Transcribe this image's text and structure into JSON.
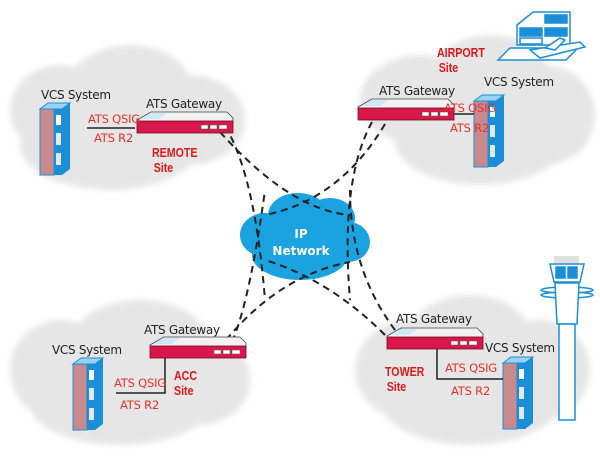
{
  "colors": {
    "cloud_gray": "#e6e6e6",
    "ip_cloud": "#1aa3e0",
    "gateway_red": "#d8184a",
    "link_red": "#e8302b",
    "icon_blue": "#1a8fd8",
    "server_pink": "#c98a8e"
  },
  "network": {
    "line1": "IP",
    "line2": "Network"
  },
  "sites": {
    "remote": {
      "vcs_label": "VCS System",
      "gateway_label": "ATS Gateway",
      "link_top": "ATS QSIG",
      "link_bottom": "ATS R2",
      "site_name": "REMOTE",
      "site_suffix": "Site"
    },
    "airport": {
      "vcs_label": "VCS System",
      "gateway_label": "ATS Gateway",
      "link_top": "ATS QSIG",
      "link_bottom": "ATS R2",
      "site_name": "AIRPORT",
      "site_suffix": "Site",
      "icon": "airport-terminal-icon"
    },
    "acc": {
      "vcs_label": "VCS System",
      "gateway_label": "ATS Gateway",
      "link_top": "ATS QSIG",
      "link_bottom": "ATS R2",
      "site_name": "ACC",
      "site_suffix": "Site"
    },
    "tower": {
      "vcs_label": "VCS System",
      "gateway_label": "ATS Gateway",
      "link_top": "ATS QSIG",
      "link_bottom": "ATS R2",
      "site_name": "TOWER",
      "site_suffix": "Site",
      "icon": "control-tower-icon"
    }
  }
}
